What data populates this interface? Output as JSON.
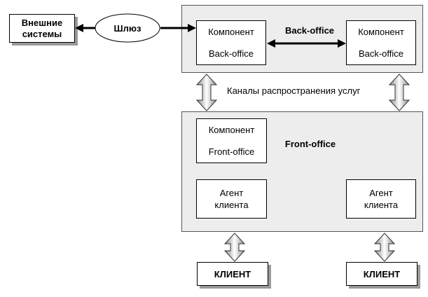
{
  "external_systems": {
    "line1": "Внешние",
    "line2": "системы"
  },
  "gateway": {
    "label": "Шлюз"
  },
  "back_office": {
    "title": "Back-office",
    "component_left": {
      "line1": "Компонент",
      "line2": "Back-office"
    },
    "component_right": {
      "line1": "Компонент",
      "line2": "Back-office"
    }
  },
  "channels": {
    "label": "Каналы распространения услуг"
  },
  "front_office": {
    "title": "Front-office",
    "component": {
      "line1": "Компонент",
      "line2": "Front-office"
    },
    "agent_left": {
      "line1": "Агент",
      "line2": "клиента"
    },
    "agent_right": {
      "line1": "Агент",
      "line2": "клиента"
    }
  },
  "clients": [
    {
      "label": "КЛИЕНТ"
    },
    {
      "label": "КЛИЕНТ"
    }
  ]
}
